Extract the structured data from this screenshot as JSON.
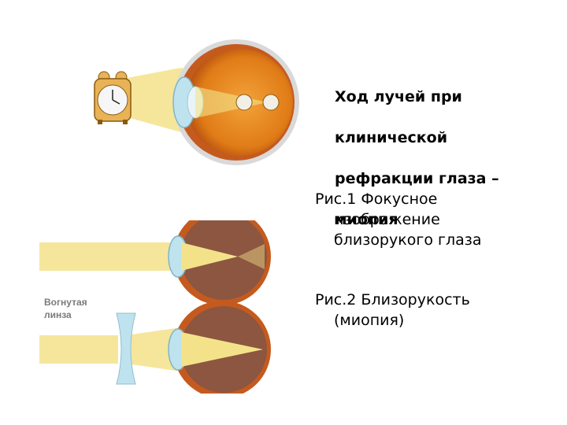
{
  "title": {
    "lines": [
      "Ход лучей при",
      "клинической",
      "рефракции глаза –",
      "миопия"
    ]
  },
  "captions": [
    {
      "lines": [
        "Рис.1 Фокусное",
        "изображение",
        "близорукого глаза"
      ]
    },
    {
      "lines": [
        "Рис.2 Близорукость",
        "(миопия)"
      ]
    }
  ],
  "lens_label": {
    "lines": [
      "Вогнутая",
      "линза"
    ]
  },
  "colors": {
    "eye_outer": "#c55a1f",
    "eye_inner": "#e07c17",
    "light_beam": "#f3e28a",
    "lens": "#bfe3ee",
    "clock_body": "#e8b256"
  },
  "icons": [
    "alarm-clock-icon",
    "eye-cross-section-icon",
    "concave-lens-icon"
  ]
}
